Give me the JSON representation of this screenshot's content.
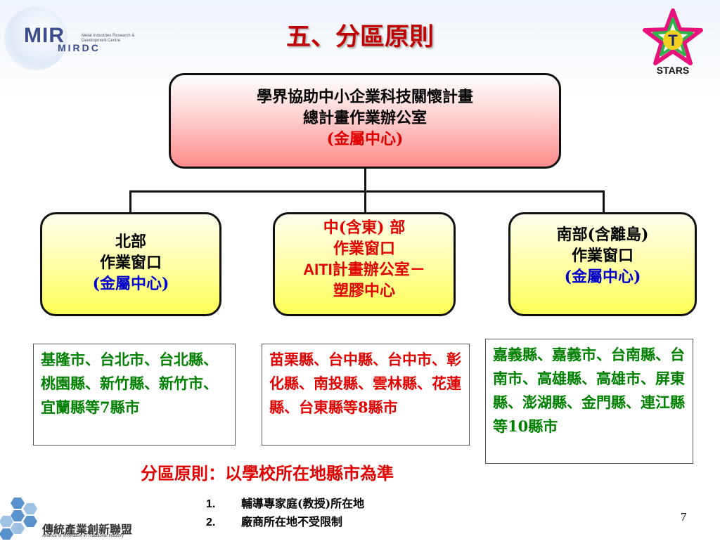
{
  "header": {
    "logo_text": "MIR",
    "logo_sub": "MIRDC",
    "logo_caption": "Metal Industries Research & Development Centre",
    "title": "五、分區原則",
    "stars_label": "STARS",
    "stars_letter": "T"
  },
  "top_box": {
    "line1": "學界協助中小企業科技關懷計畫",
    "line2": "總計畫作業辦公室",
    "line3": "(金屬中心)"
  },
  "regions": {
    "north": {
      "line1": "北部",
      "line2": "作業窗口",
      "line3": "(金屬中心)"
    },
    "central": {
      "line1": "中(含東) 部",
      "line2": "作業窗口",
      "line3_a": "AITI",
      "line3_b": "計畫辦公室－",
      "line4": "塑膠中心"
    },
    "south": {
      "line1": "南部(含離島)",
      "line2": "作業窗口",
      "line3": "(金屬中心)"
    }
  },
  "lists": {
    "north": "基隆市、台北市、台北縣、桃園縣、新竹縣、新竹市、宜蘭縣等7縣市",
    "central": "苗栗縣、台中縣、台中市、彰化縣、南投縣、雲林縣、花蓮縣、台東縣等8縣市",
    "south": "嘉義縣、嘉義市、台南縣、台南市、高雄縣、高雄市、屏東縣、澎湖縣、金門縣、連江縣等10縣市"
  },
  "principle": "分區原則：以學校所在地縣市為準",
  "notes": [
    {
      "num": "1.",
      "text": "輔導專家庭(教授)所在地"
    },
    {
      "num": "2.",
      "text": "廠商所在地不受限制"
    }
  ],
  "page_number": "7",
  "footer": {
    "name": "傳統產業創新聯盟",
    "sub": "Alliance of Innovation in Traditional Industry"
  },
  "colors": {
    "title": "#c00000",
    "accent_red": "#e00000",
    "green": "#008000",
    "blue": "#0000cc",
    "stars_pink": "#e8127c",
    "stars_green": "#2db34a",
    "hex_blue": "#3d7fc4"
  }
}
